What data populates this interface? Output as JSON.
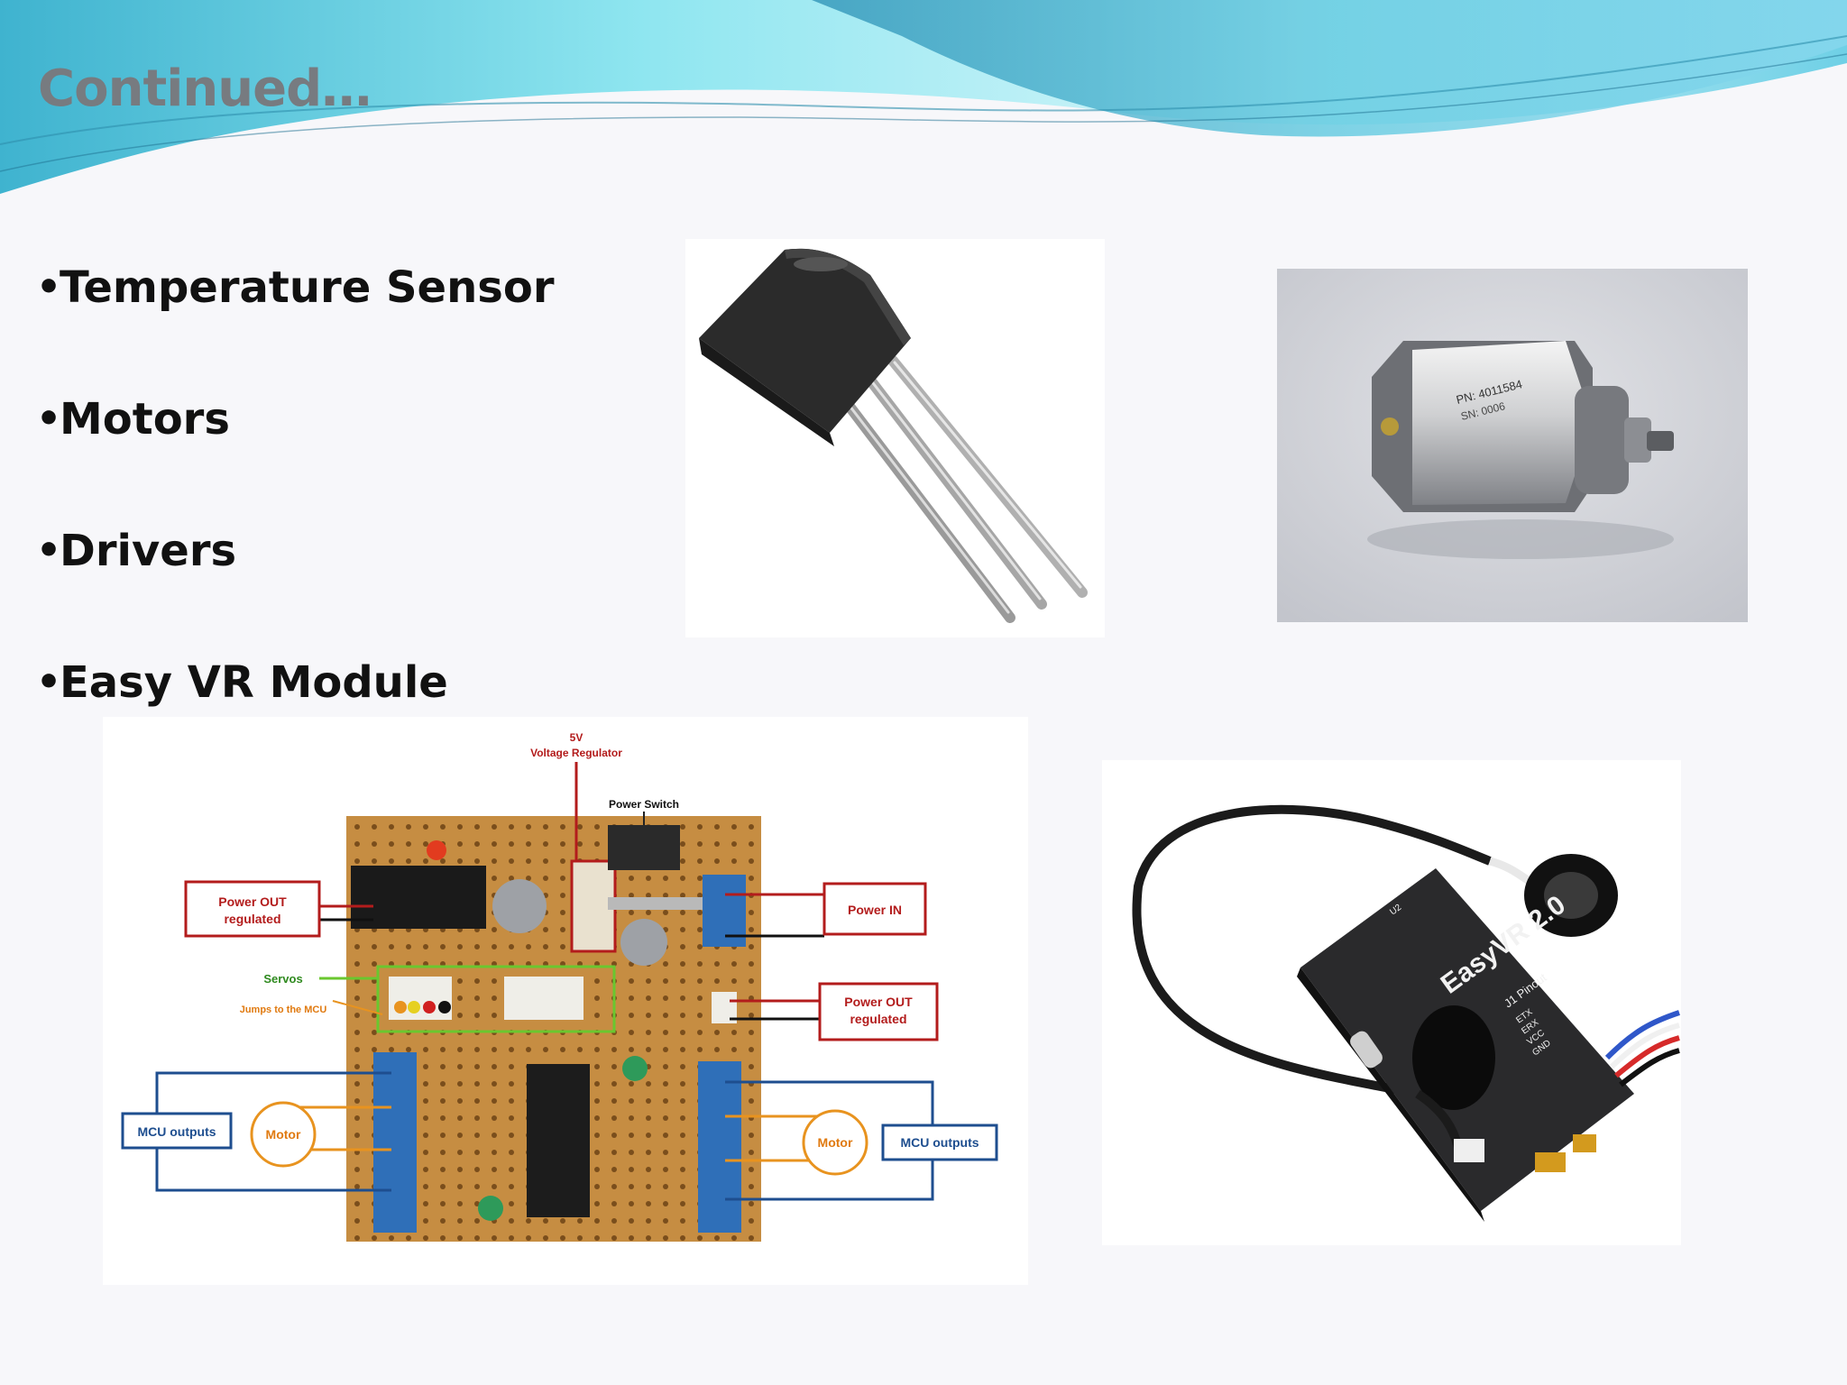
{
  "slide": {
    "title": "Continued…",
    "bullets": [
      {
        "label": "Temperature Sensor"
      },
      {
        "label": "Motors"
      },
      {
        "label": "Drivers"
      },
      {
        "label": "Easy VR Module"
      }
    ],
    "bullet_glyph": "•",
    "colors": {
      "wave_light": "#8fe3ee",
      "wave_mid": "#41bcd6",
      "title": "#777b80",
      "background": "#f7f7fa"
    }
  },
  "driver_board": {
    "labels": {
      "voltage_regulator_top": "5V",
      "voltage_regulator_bottom": "Voltage Regulator",
      "power_switch": "Power Switch",
      "power_out_left_1": "Power OUT",
      "power_out_left_2": "regulated",
      "power_in": "Power IN",
      "servos": "Servos",
      "jumps": "Jumps to the MCU",
      "power_out_right_1": "Power OUT",
      "power_out_right_2": "regulated",
      "mcu_outputs_left": "MCU outputs",
      "motor_left": "Motor",
      "motor_right": "Motor",
      "mcu_outputs_right": "MCU outputs"
    }
  },
  "motor_photo": {
    "pn_label": "PN: 4011584",
    "sn_label": "SN: 0006"
  },
  "easyvr_photo": {
    "board_label": "EasyVR 2.0",
    "pinout_label": "J1 Pinout",
    "pins": [
      "ETX",
      "ERX",
      "VCC",
      "GND"
    ],
    "u2_label": "U2"
  }
}
